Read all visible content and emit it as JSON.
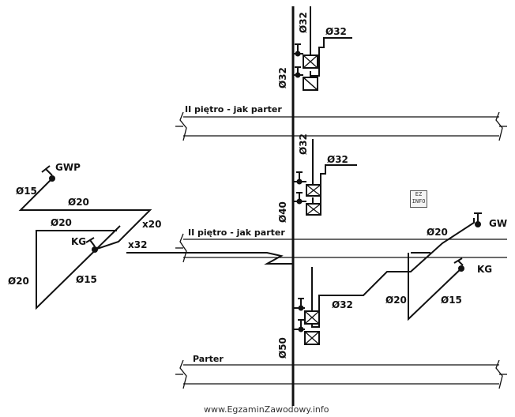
{
  "floors": {
    "second": "II piętro - jak parter",
    "first": "II piętro - jak parter",
    "ground": "Parter"
  },
  "riser": {
    "top_dia": "Ø32",
    "mid_dia": "Ø40",
    "bottom_dia": "Ø50"
  },
  "branches": {
    "top_right_dia": "Ø32",
    "top_riser_dia": "Ø32",
    "mid_right_dia": "Ø32",
    "mid_riser_dia": "Ø32",
    "low_right_dia": "Ø32"
  },
  "left_loop": {
    "gwp_label": "GWP",
    "gwp_dia": "Ø15",
    "top_dia": "Ø20",
    "mid_dia": "Ø20",
    "x20": "x20",
    "kg_label": "KG",
    "x32": "x32",
    "left_dia": "Ø20",
    "diag_dia": "Ø15"
  },
  "right_loop": {
    "gw_label": "GW",
    "top_dia": "Ø20",
    "kg_label": "KG",
    "left_dia": "Ø20",
    "diag_dia": "Ø15"
  },
  "logo": {
    "line1": "EZ",
    "line2": "INFO"
  },
  "watermark": "www.EgzaminZawodowy.info"
}
